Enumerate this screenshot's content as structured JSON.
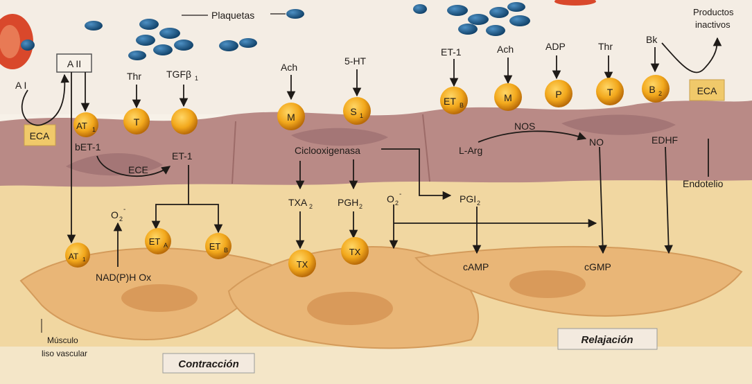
{
  "labels": {
    "plaquetas": "Plaquetas",
    "productos_1": "Productos",
    "productos_2": "inactivos",
    "ai": "A I",
    "aii": "A II",
    "eca_left": "ECA",
    "eca_right": "ECA",
    "thr": "Thr",
    "tgfb": "TGFβ",
    "tgfb_sub": "1",
    "ach_1": "Ach",
    "ht5": "5-HT",
    "et1_top": "ET-1",
    "ach_2": "Ach",
    "adp": "ADP",
    "thr_2": "Thr",
    "bk": "Bk",
    "nos": "NOS",
    "larg": "L-Arg",
    "no": "NO",
    "edhf": "EDHF",
    "endotelio": "Endotelio",
    "bet1": "bET-1",
    "ece": "ECE",
    "et1_mid": "ET-1",
    "ciclo": "Ciclooxigenasa",
    "txa2": "TXA",
    "txa2_sub": "2",
    "pgh2": "PGH",
    "pgh2_sub": "2",
    "o2_mid": "O",
    "o2_mid_sub": "2",
    "o2_mid_sup": "-",
    "pgi2": "PGI",
    "pgi2_sub": "2",
    "o2_left": "O",
    "o2_left_sub": "2",
    "o2_left_sup": "-",
    "nadph": "NAD(P)H Ox",
    "camp": "cAMP",
    "cgmp": "cGMP",
    "musculo_1": "Músculo",
    "musculo_2": "liso vascular",
    "contraccion": "Contracción",
    "relajacion": "Relajación"
  },
  "receptors": {
    "at1": "AT",
    "at1_sub": "1",
    "t": "T",
    "m": "M",
    "s1": "S",
    "s1_sub": "1",
    "etb": "ET",
    "etb_sub": "B",
    "m2": "M",
    "p": "P",
    "t2": "T",
    "b2": "B",
    "b2_sub": "2",
    "at1_muscle": "AT",
    "at1_muscle_sub": "1",
    "eta_muscle": "ET",
    "eta_muscle_sub": "A",
    "etb_muscle": "ET",
    "etb_muscle_sub": "B",
    "tx_1": "TX",
    "tx_2": "TX"
  },
  "colors": {
    "background": "#f7f1e8",
    "lumen": "#f4ede4",
    "endothelium": "#b98a86",
    "endothelium_dark": "#9c6b68",
    "nucleus_endo": "#a47676",
    "interstitium": "#f1d7a1",
    "muscle": "#e9b677",
    "muscle_nucleus": "#d99a5a",
    "receptor": "#f2a81c",
    "receptor_dark": "#c9760a",
    "platelet": "#1d5f8e",
    "eca_box": "#f0c96a",
    "rbc": "#d9482b",
    "arrow": "#1e1a17"
  }
}
